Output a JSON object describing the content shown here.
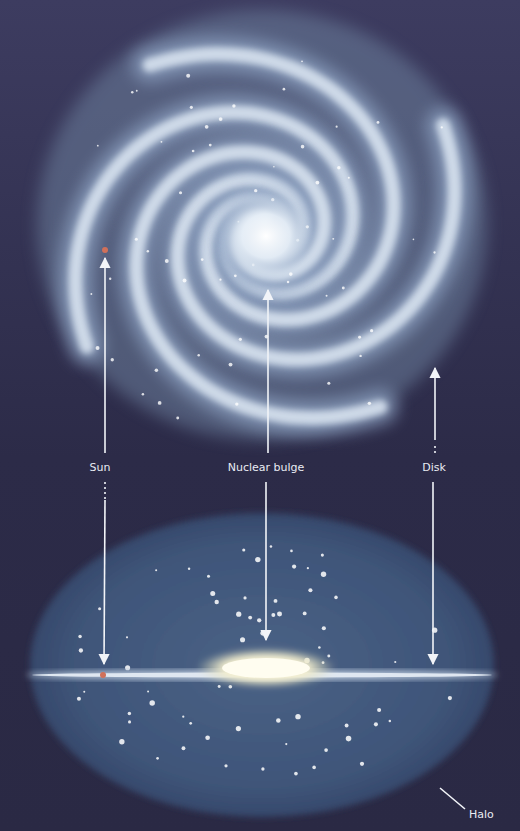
{
  "diagram": {
    "labels": [
      "Sun",
      "Nuclear bulge",
      "Disk",
      "Halo"
    ]
  }
}
